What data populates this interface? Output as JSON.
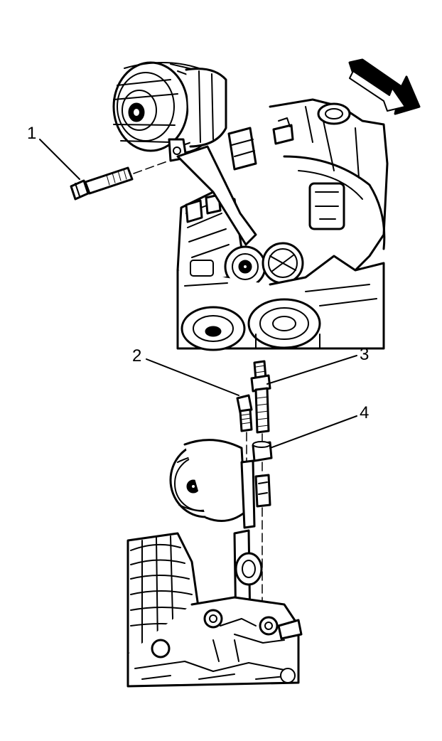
{
  "callouts": [
    {
      "id": "1",
      "label": "1"
    },
    {
      "id": "2",
      "label": "2"
    },
    {
      "id": "3",
      "label": "3"
    },
    {
      "id": "4",
      "label": "4"
    }
  ],
  "icons": {
    "direction_arrow": "front-direction-arrow-icon"
  }
}
